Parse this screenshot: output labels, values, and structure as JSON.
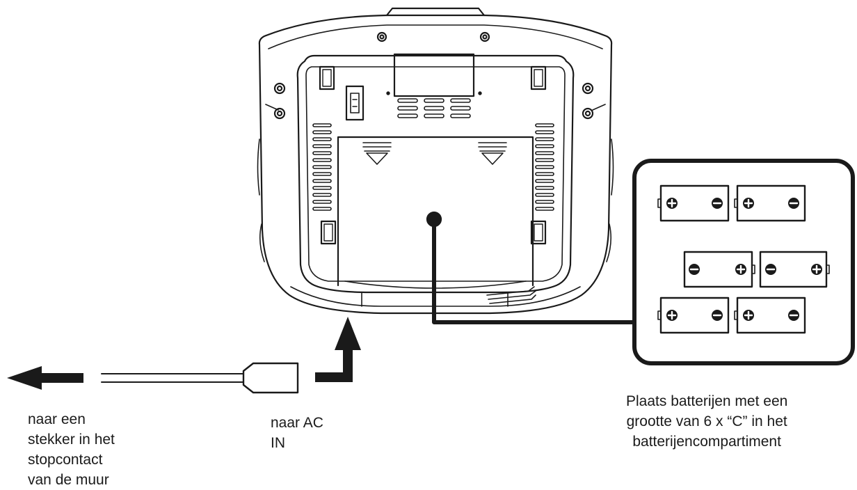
{
  "labels": {
    "wall_socket": [
      "naar een",
      "stekker in het",
      "stopcontact",
      "van de muur"
    ],
    "ac_in": [
      "naar AC",
      "IN"
    ],
    "batteries": [
      "Plaats batterijen met een",
      "grootte van 6 x “C” in het",
      "batterijencompartiment"
    ]
  },
  "battery_cells": [
    {
      "row": 1,
      "column": 1,
      "left_terminal": "plus",
      "right_terminal": "minus"
    },
    {
      "row": 1,
      "column": 2,
      "left_terminal": "plus",
      "right_terminal": "minus"
    },
    {
      "row": 2,
      "column": 1,
      "left_terminal": "minus",
      "right_terminal": "plus"
    },
    {
      "row": 2,
      "column": 2,
      "left_terminal": "minus",
      "right_terminal": "plus"
    },
    {
      "row": 3,
      "column": 1,
      "left_terminal": "plus",
      "right_terminal": "minus"
    },
    {
      "row": 3,
      "column": 2,
      "left_terminal": "plus",
      "right_terminal": "minus"
    }
  ],
  "colors": {
    "line": "#1a1a1a",
    "background": "#ffffff"
  }
}
